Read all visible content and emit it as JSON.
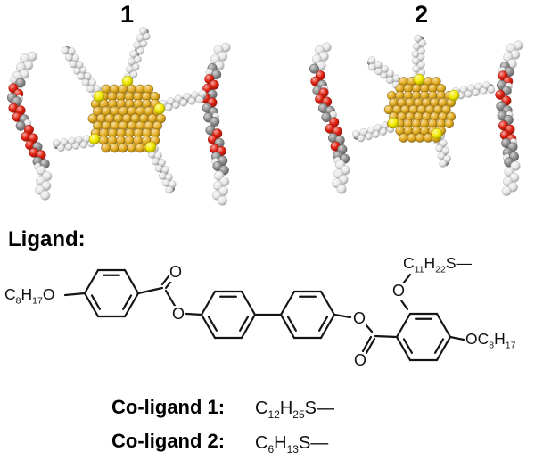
{
  "figure": {
    "background": "#ffffff",
    "models": [
      {
        "label": "1"
      },
      {
        "label": "2"
      }
    ],
    "atom_colors": {
      "gold": "#E3AC20",
      "sulfur": "#F5EB00",
      "carbon": "#8F8F8F",
      "hydrogen": "#E9E9E9",
      "oxygen": "#E02010"
    },
    "bond_color": "#151515",
    "ligand": {
      "heading": "Ligand:",
      "labels": {
        "left_tail": "C|8|H|17|O",
        "ester1_carbonyl_oxygen": "O",
        "ester1_ether_oxygen": "O",
        "ester2_ether_oxygen": "O",
        "ester2_carbonyl_oxygen": "O",
        "ring_ether_oxygen": "O",
        "thioalkyl_chain": "C|11|H|22|S—",
        "right_tail": "OC|8|H|17"
      }
    },
    "co_ligands": [
      {
        "label": "Co-ligand 1:",
        "formula": "C|12|H|25|S—"
      },
      {
        "label": "Co-ligand 2:",
        "formula": "C|6|H|13|S—"
      }
    ]
  }
}
